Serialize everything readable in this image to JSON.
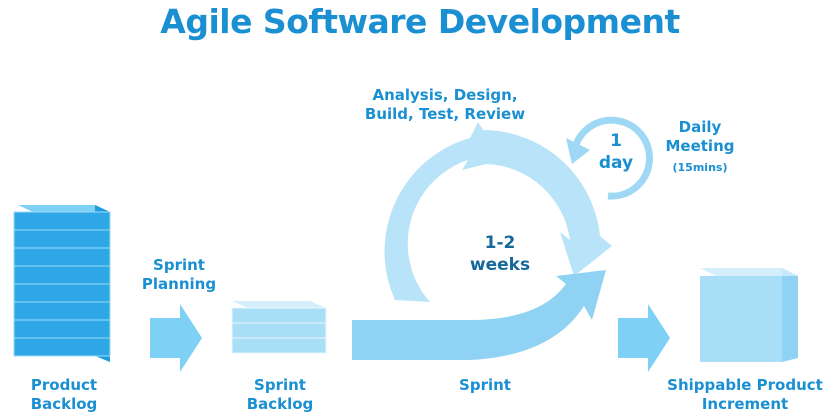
{
  "title": "Agile Software Development",
  "labels": {
    "product_backlog": "Product\nBacklog",
    "sprint_planning": "Sprint\nPlanning",
    "sprint_backlog": "Sprint\nBacklog",
    "sprint": "Sprint",
    "shippable_increment": "Shippable Product\nIncrement",
    "analysis": "Analysis, Design,\nBuild, Test, Review",
    "daily_meeting": "Daily\nMeeting",
    "daily_meeting_duration": "(15mins)",
    "cycle_length": "1-2\nweeks",
    "day_length": "1\nday"
  },
  "colors": {
    "title": "#1a8fd2",
    "dark_blue": "#2fa6e6",
    "light_blue": "#b8e3f8",
    "mid_blue": "#8fd2f3"
  }
}
